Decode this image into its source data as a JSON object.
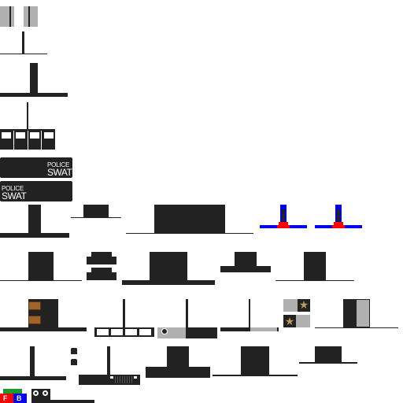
{
  "sheet": {
    "colors": {
      "dark": "#222222",
      "gray": "#b0b0b0",
      "white": "#ffffff",
      "red": "#ff0000",
      "blue": "#0000ee",
      "green": "#1a9a2a",
      "wood": "#a0642a"
    }
  },
  "panels": {
    "top": {
      "line1": "POLICE",
      "line2": "SWAT"
    },
    "bottom": {
      "line1": "POLICE",
      "line2": "SWAT"
    }
  },
  "legend": {
    "front_key": "F",
    "back_key": "B"
  },
  "icons": {
    "badge_star": "star-icon",
    "camera": "camera-icon"
  }
}
